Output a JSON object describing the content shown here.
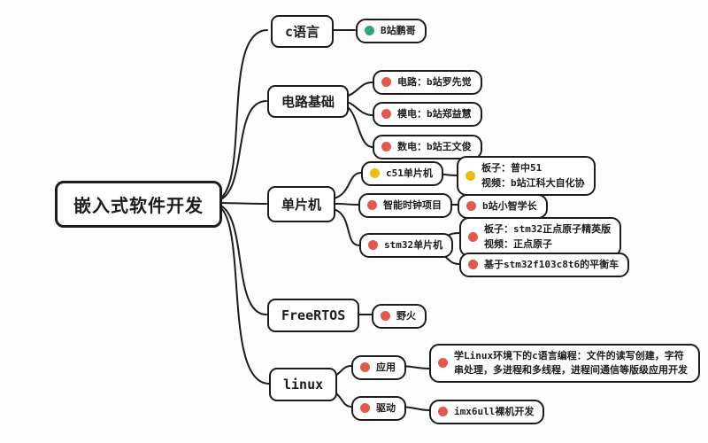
{
  "colors": {
    "red": "#e4584a",
    "yellow": "#eebc10",
    "green": "#2aa77b",
    "line": "#1c1c1c"
  },
  "root": {
    "label": "嵌入式软件开发"
  },
  "topics": {
    "c_lang": {
      "label": "c语言"
    },
    "c_lang_res": {
      "label": "B站鹏哥",
      "dot": "green"
    },
    "circuit": {
      "label": "电路基础"
    },
    "circuit_course": {
      "label": "电路：b站罗先觉",
      "dot": "red"
    },
    "analog": {
      "label": "模电：b站郑益慧",
      "dot": "red"
    },
    "digital": {
      "label": "数电：b站王文俊",
      "dot": "red"
    },
    "mcu": {
      "label": "单片机"
    },
    "c51": {
      "label": "c51单片机",
      "dot": "yellow"
    },
    "c51_res": {
      "line1": "板子：普中51",
      "line2": "视频：b站江科大自化协",
      "dot": "yellow"
    },
    "clock": {
      "label": "智能时钟项目",
      "dot": "red"
    },
    "clock_res": {
      "label": "b站小智学长",
      "dot": "red"
    },
    "stm32": {
      "label": "stm32单片机",
      "dot": "red"
    },
    "stm32_res": {
      "line1": "板子：stm32正点原子精英版",
      "line2": "视频：正点原子",
      "dot": "red"
    },
    "stm32_car": {
      "label": "基于stm32f103c8t6的平衡车",
      "dot": "red"
    },
    "freertos": {
      "label": "FreeRTOS"
    },
    "freertos_res": {
      "label": "野火",
      "dot": "red"
    },
    "linux": {
      "label": "linux"
    },
    "linux_app": {
      "label": "应用",
      "dot": "red"
    },
    "linux_app_res": {
      "label": "学Linux环境下的c语言编程：文件的读写创建，字符串处理，多进程和多线程，进程间通信等版级应用开发",
      "dot": "red"
    },
    "linux_drv": {
      "label": "驱动",
      "dot": "red"
    },
    "linux_drv_res": {
      "label": "imx6ull裸机开发",
      "dot": "red"
    }
  }
}
